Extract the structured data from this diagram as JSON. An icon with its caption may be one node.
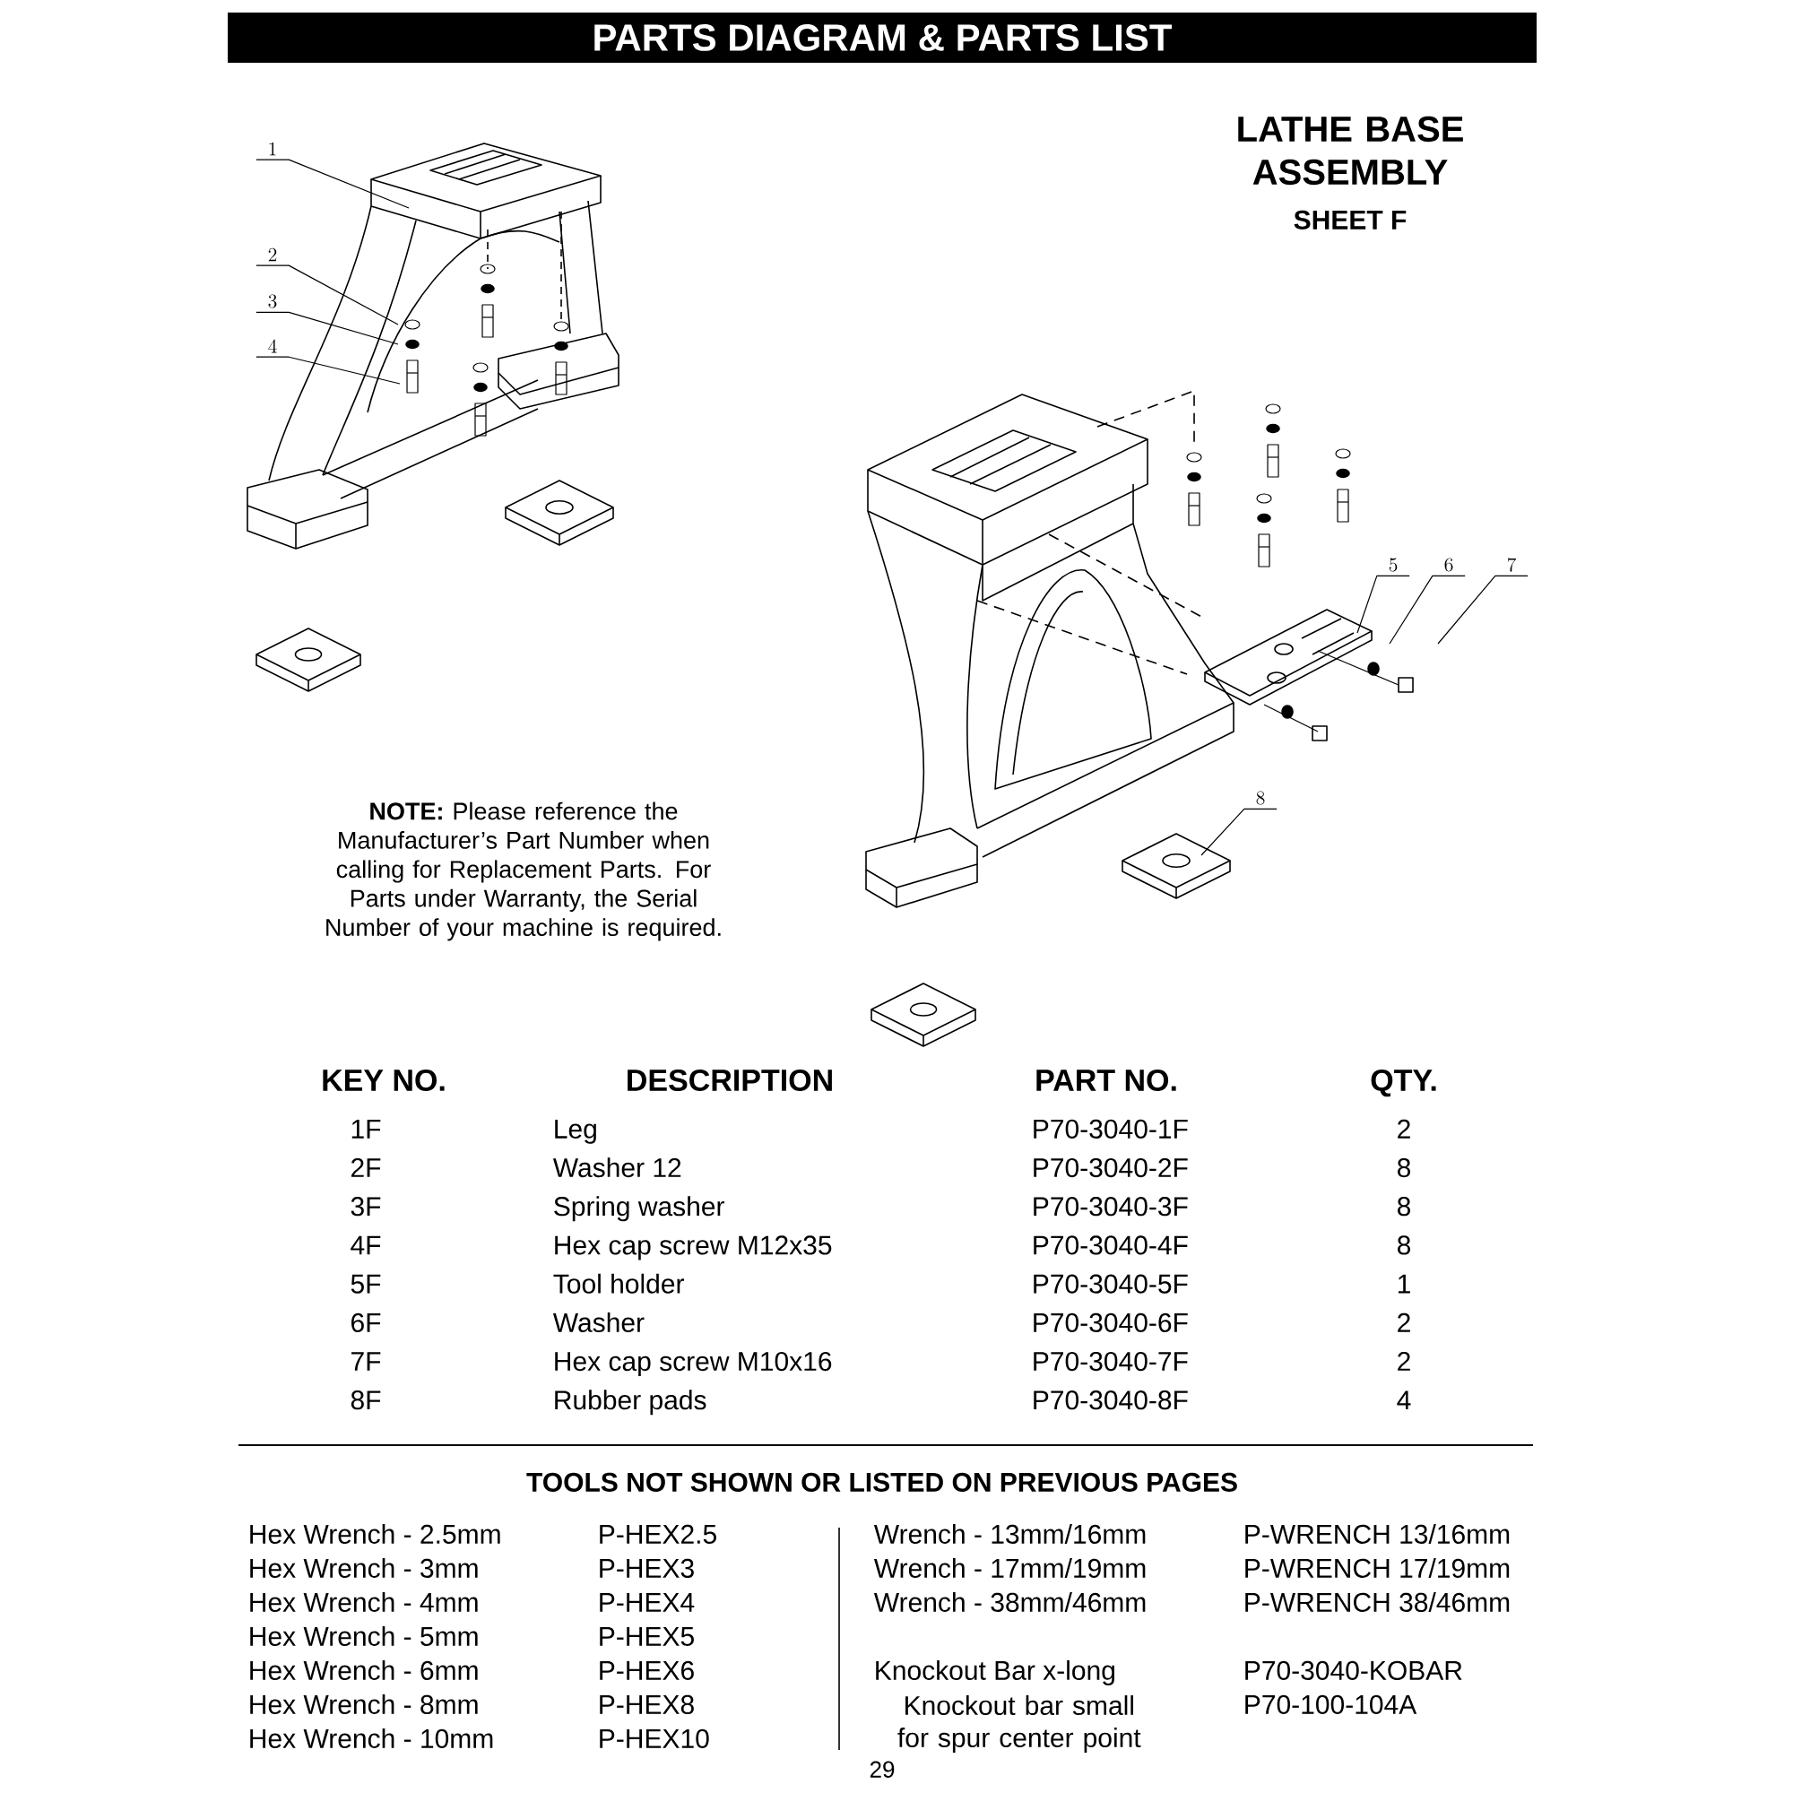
{
  "diagram": {
    "title": "PARTS DIAGRAM & PARTS LIST",
    "nodes": [
      {
        "text": [
          "1"
        ]
      },
      {
        "text": [
          "2"
        ]
      },
      {
        "text": [
          "3"
        ]
      },
      {
        "text": [
          "4"
        ]
      },
      {
        "text": [
          "5"
        ]
      },
      {
        "text": [
          "6"
        ]
      },
      {
        "text": [
          "7"
        ]
      },
      {
        "text": [
          "8"
        ]
      }
    ],
    "edges": [
      {
        "from": 0,
        "to": null,
        "arrow": "none"
      },
      {
        "from": 1,
        "to": null,
        "arrow": "none"
      },
      {
        "from": 2,
        "to": null,
        "arrow": "none"
      },
      {
        "from": 3,
        "to": null,
        "arrow": "none"
      },
      {
        "from": 4,
        "to": null,
        "arrow": "none"
      },
      {
        "from": 5,
        "to": null,
        "arrow": "none"
      },
      {
        "from": 6,
        "to": null,
        "arrow": "none"
      },
      {
        "from": 7,
        "to": null,
        "arrow": "none"
      }
    ],
    "labels": [
      "LATHE BASE ASSEMBLY",
      "SHEET F",
      "**NOTE:** Please reference the Manufacturer’s Part Number when calling for Replacement Parts. For Parts under Warranty, the Serial Number of your machine is required.",
      "KEY NO.",
      "DESCRIPTION",
      "PART NO.",
      "QTY.",
      "1F",
      "Leg",
      "P70-3040-1F",
      "2",
      "2F",
      "Washer  12",
      "P70-3040-2F",
      "8",
      "3F",
      "Spring washer",
      "P70-3040-3F",
      "8",
      "4F",
      "Hex cap screw  M12x35",
      "P70-3040-4F",
      "8",
      "5F",
      "Tool holder",
      "P70-3040-5F",
      "1",
      "6F",
      "Washer",
      "P70-3040-6F",
      "2",
      "7F",
      "Hex cap screw  M10x16",
      "P70-3040-7F",
      "2",
      "8F",
      "Rubber pads",
      "P70-3040-8F",
      "4",
      "TOOLS NOT SHOWN OR LISTED ON PREVIOUS PAGES",
      "Hex Wrench - 2.5mm",
      "P-HEX2.5",
      "Wrench - 13mm/16mm",
      "P-WRENCH 13/16mm",
      "Hex Wrench - 3mm",
      "P-HEX3",
      "Wrench - 17mm/19mm",
      "P-WRENCH 17/19mm",
      "Hex Wrench - 4mm",
      "P-HEX4",
      "Wrench - 38mm/46mm",
      "P-WRENCH 38/46mm",
      "Hex Wrench - 5mm",
      "P-HEX5",
      "Hex Wrench - 6mm",
      "P-HEX6",
      "Knockout Bar x-long",
      "P70-3040-KOBAR",
      "Hex Wrench - 8mm",
      "P-HEX8",
      "Knockout bar small for spur center point",
      "P70-100-104A",
      "Hex Wrench - 10mm",
      "P-HEX10",
      "29"
    ]
  }
}
